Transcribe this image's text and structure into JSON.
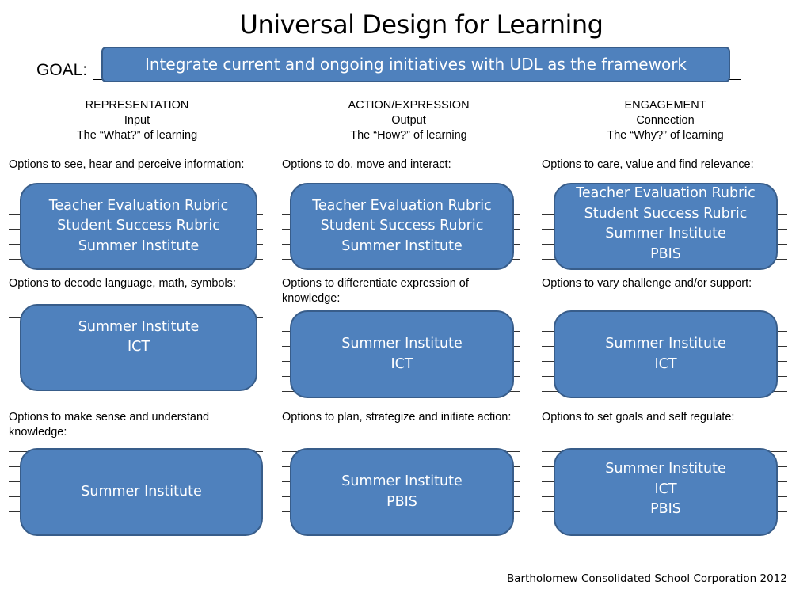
{
  "title": "Universal Design for Learning",
  "goal": {
    "label": "GOAL:",
    "text": "Integrate current and ongoing initiatives with UDL as the framework"
  },
  "columns": [
    {
      "heading": "REPRESENTATION",
      "subheading": "Input",
      "tagline": "The “What?” of learning",
      "sections": [
        {
          "label": "Options to see, hear and perceive information:",
          "items": [
            "Teacher Evaluation Rubric",
            "Student Success Rubric",
            "Summer Institute"
          ]
        },
        {
          "label": "Options to decode language, math, symbols:",
          "items": [
            "Summer Institute",
            "ICT"
          ]
        },
        {
          "label": "Options to make sense and understand knowledge:",
          "items": [
            "Summer Institute"
          ]
        }
      ]
    },
    {
      "heading": "ACTION/EXPRESSION",
      "subheading": "Output",
      "tagline": "The “How?” of learning",
      "sections": [
        {
          "label": "Options to do, move and interact:",
          "items": [
            "Teacher Evaluation Rubric",
            "Student Success Rubric",
            "Summer Institute"
          ]
        },
        {
          "label": "Options to differentiate expression of knowledge:",
          "items": [
            "Summer Institute",
            "ICT"
          ]
        },
        {
          "label": "Options to plan, strategize and initiate action:",
          "items": [
            "Summer Institute",
            "PBIS"
          ]
        }
      ]
    },
    {
      "heading": "ENGAGEMENT",
      "subheading": "Connection",
      "tagline": "The “Why?” of learning",
      "sections": [
        {
          "label": "Options to care, value and find relevance:",
          "items": [
            "Teacher Evaluation Rubric",
            "Student Success Rubric",
            "Summer Institute",
            "PBIS"
          ]
        },
        {
          "label": "Options to vary challenge and/or support:",
          "items": [
            "Summer Institute",
            "ICT"
          ]
        },
        {
          "label": "Options to set goals and self regulate:",
          "items": [
            "Summer Institute",
            "ICT",
            "PBIS"
          ]
        }
      ]
    }
  ],
  "footer": "Bartholomew Consolidated School Corporation 2012",
  "colors": {
    "box_fill": "#4f81bd",
    "box_border": "#385d8a",
    "box_text": "#ffffff"
  }
}
